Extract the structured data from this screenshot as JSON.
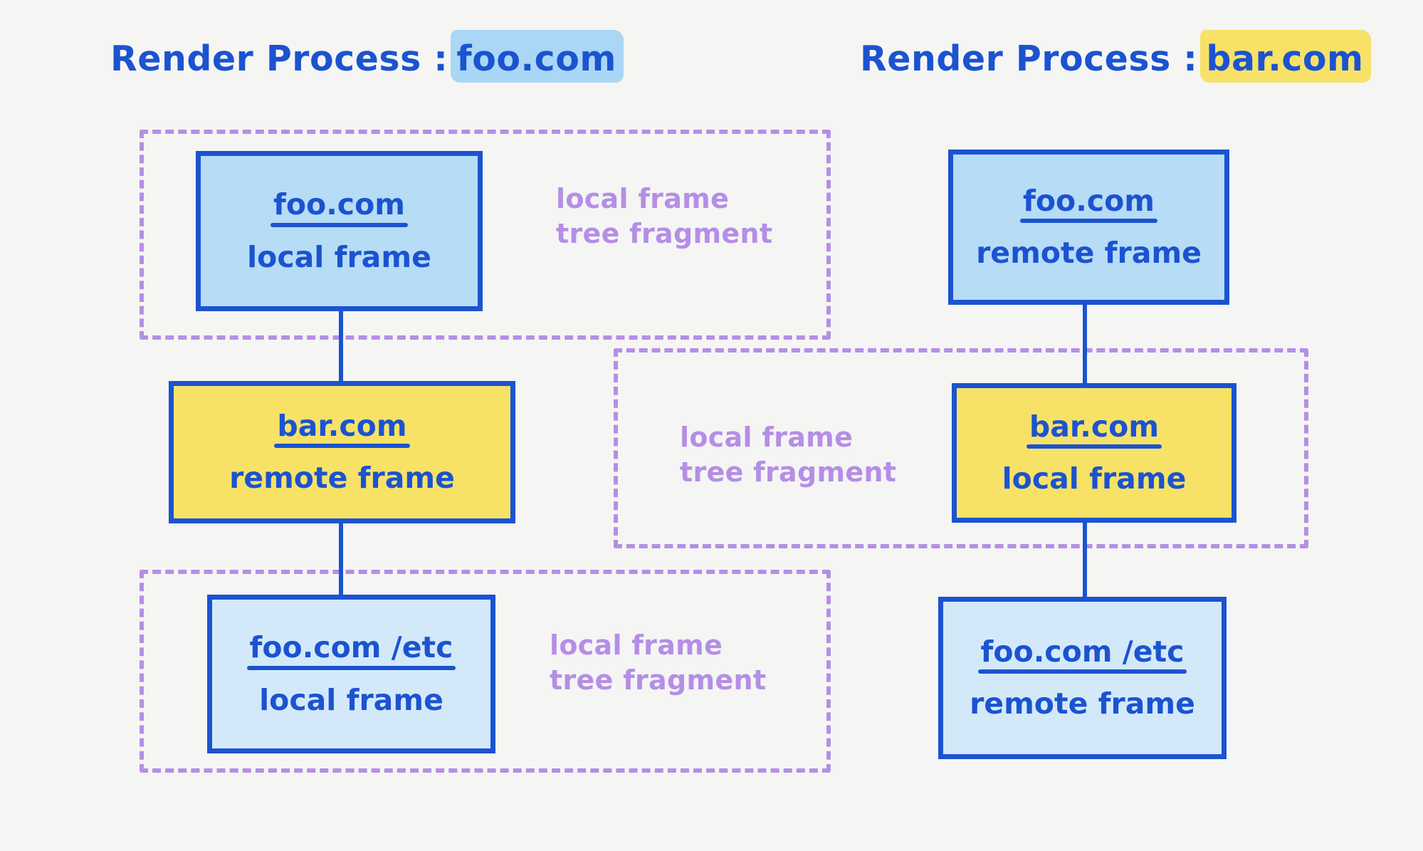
{
  "background_color": "#f5f5f4",
  "palette": {
    "ink_blue": "#1b53d0",
    "box_blue": "#b6dcf6",
    "box_blue_light": "#d3e9fa",
    "box_yellow": "#f7e267",
    "fragment_purple": "#b58ee6",
    "highlight_blue": "#a9d7f5",
    "highlight_yellow": "#f7e267"
  },
  "columns": [
    {
      "id": "left",
      "title_lead": "Render Process :",
      "title_value": "foo.com",
      "title_highlight": "blue",
      "nodes": [
        {
          "origin": "foo.com",
          "kind": "local frame",
          "fill": "blue"
        },
        {
          "origin": "bar.com",
          "kind": "remote frame",
          "fill": "yellow"
        },
        {
          "origin": "foo.com /etc",
          "kind": "local frame",
          "fill": "blue-light"
        }
      ],
      "fragments": [
        {
          "label": "local frame\ntree fragment"
        },
        {
          "label": "local frame\ntree fragment"
        }
      ]
    },
    {
      "id": "right",
      "title_lead": "Render Process :",
      "title_value": "bar.com",
      "title_highlight": "yellow",
      "nodes": [
        {
          "origin": "foo.com",
          "kind": "remote frame",
          "fill": "blue"
        },
        {
          "origin": "bar.com",
          "kind": "local frame",
          "fill": "yellow"
        },
        {
          "origin": "foo.com /etc",
          "kind": "remote frame",
          "fill": "blue-light"
        }
      ],
      "fragments": [
        {
          "label": "local frame\ntree fragment"
        }
      ]
    }
  ]
}
